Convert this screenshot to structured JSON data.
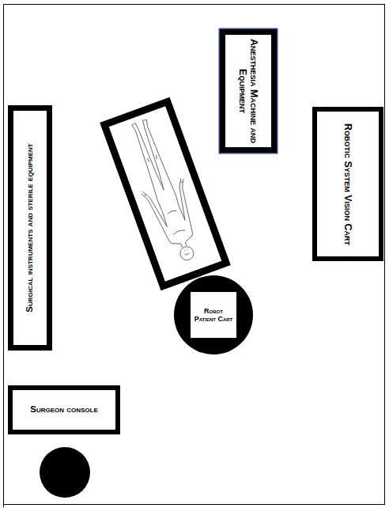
{
  "diagram": {
    "nodes": [
      {
        "text": [
          "Anesthesia Machine and Equipment"
        ]
      },
      {
        "text": [
          "Robotic System Vision Cart"
        ]
      },
      {
        "text": [
          "Surgical instruments and sterile equipment"
        ]
      },
      {
        "text": [
          "Robot Patient Cart"
        ]
      },
      {
        "text": [
          "Surgeon console"
        ]
      }
    ]
  }
}
